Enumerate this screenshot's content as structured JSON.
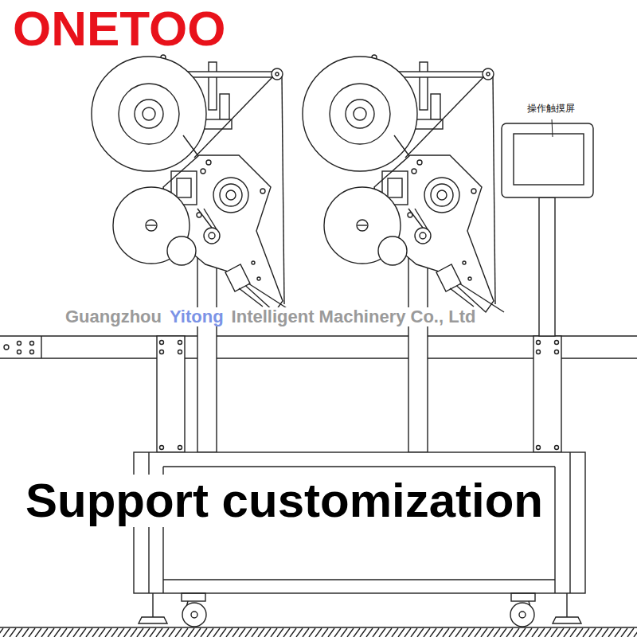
{
  "diagram": {
    "labels": [
      "ONETOO",
      "操作触摸屏",
      "Guangzhou",
      "Yitong",
      "Intelligent Machinery Co., Ltd",
      "Support customization"
    ]
  }
}
